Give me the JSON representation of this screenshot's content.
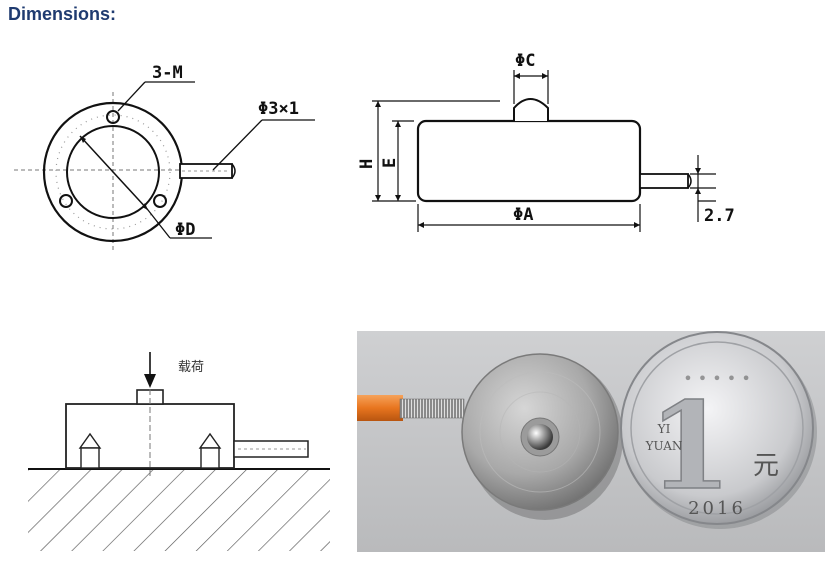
{
  "heading": "Dimensions:",
  "top_view": {
    "thread_label": "3-M",
    "cable_label": "Φ3×1",
    "diameter_label": "ΦD"
  },
  "side_view": {
    "boss_label": "ΦC",
    "height_label": "H",
    "body_height_label": "E",
    "width_label": "ΦA",
    "offset_label": "2.7"
  },
  "mount_view": {
    "load_label": "载荷"
  },
  "coin": {
    "denomination": "1",
    "currency": "元",
    "roman_1": "YI",
    "roman_2": "YUAN",
    "year": "2016"
  }
}
